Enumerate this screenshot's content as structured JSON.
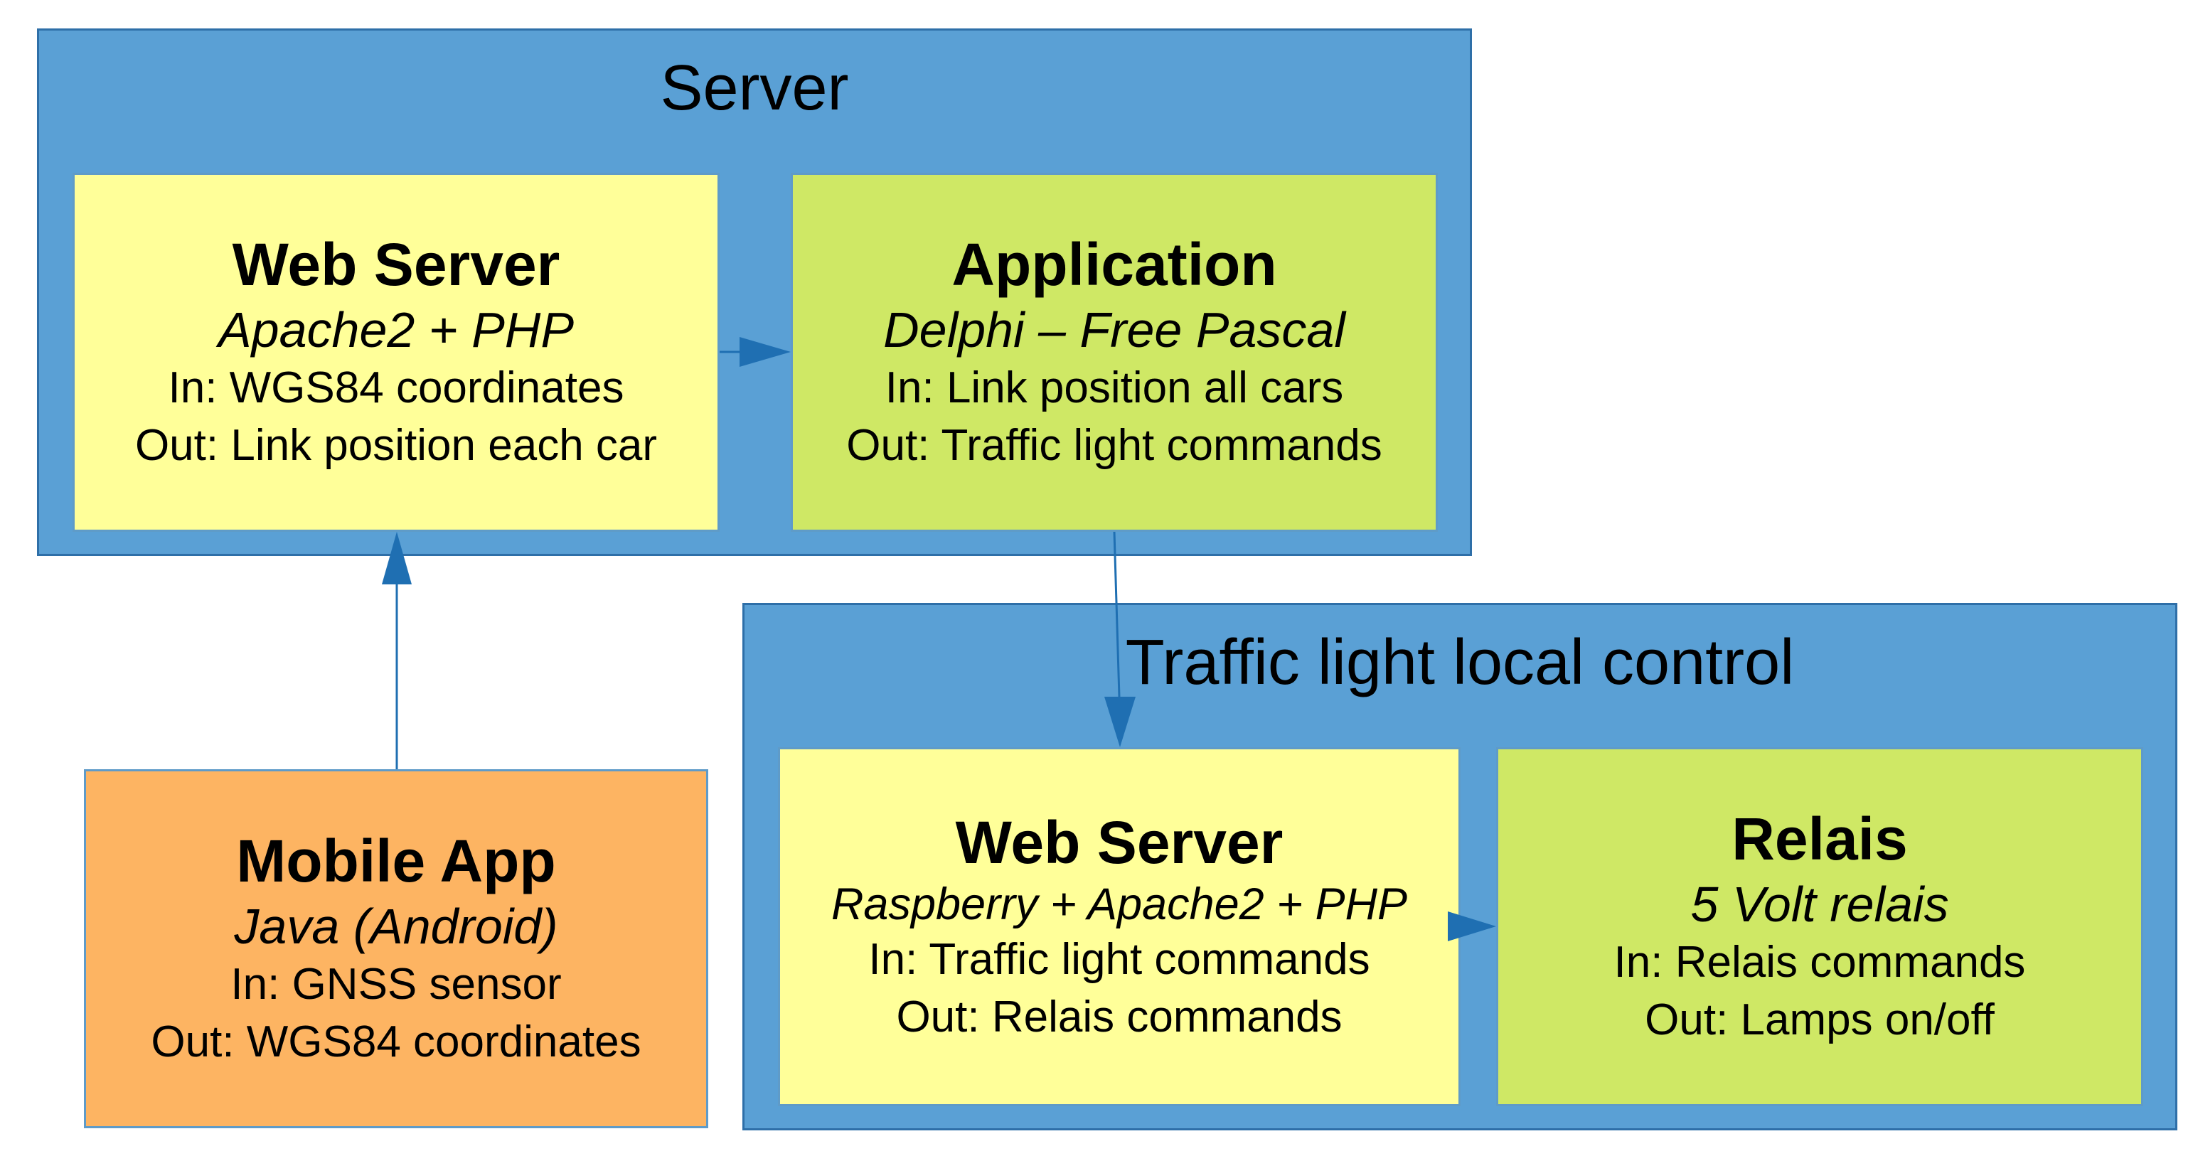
{
  "colors": {
    "group_fill": "#5aa0d5",
    "node_light_yellow": "#ffff99",
    "node_green": "#cfe865",
    "node_orange": "#fdb462",
    "arrow": "#1f6fb2"
  },
  "server": {
    "title": "Server",
    "web_server": {
      "title": "Web Server",
      "tech": "Apache2 + PHP",
      "input": "In: WGS84 coordinates",
      "output": "Out: Link position each car"
    },
    "application": {
      "title": "Application",
      "tech": "Delphi – Free Pascal",
      "input": "In: Link position all cars",
      "output": "Out: Traffic light commands"
    }
  },
  "local_control": {
    "title": "Traffic light local control",
    "web_server": {
      "title": "Web Server",
      "tech": "Raspberry + Apache2 + PHP",
      "input": "In: Traffic light commands",
      "output": "Out: Relais commands"
    },
    "relais": {
      "title": "Relais",
      "tech": "5 Volt relais",
      "input": "In: Relais commands",
      "output": "Out: Lamps on/off"
    }
  },
  "mobile_app": {
    "title": "Mobile App",
    "tech": "Java (Android)",
    "input": "In: GNSS sensor",
    "output": "Out: WGS84 coordinates"
  }
}
